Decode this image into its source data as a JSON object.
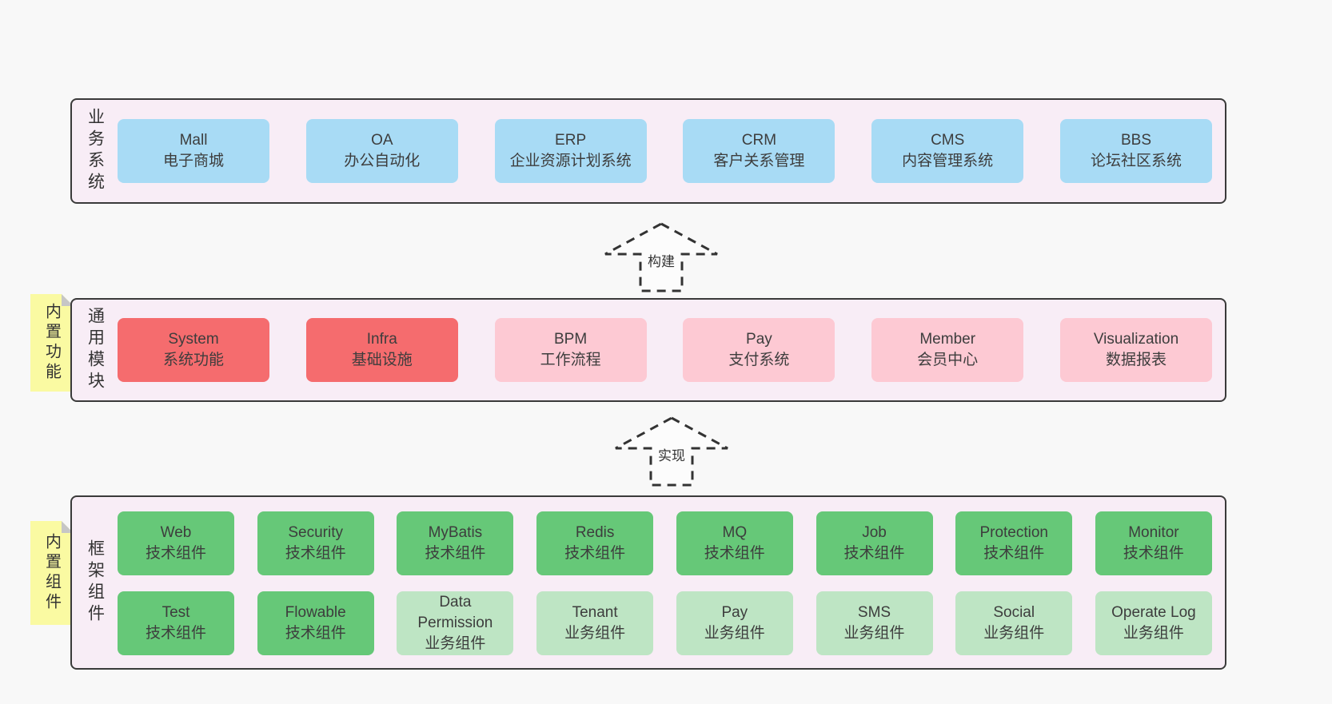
{
  "colors": {
    "page_bg": "#f8f8f8",
    "panel_bg": "#f8edf6",
    "panel_border": "#3a3a3a",
    "blue_box": "#a8dbf5",
    "red_box": "#f56c6e",
    "pink_box": "#fdc9d3",
    "green_dark_box": "#66c878",
    "green_light_box": "#bee5c4",
    "yellow_tag": "#fafaa2",
    "fold_gray": "#c6c6c6",
    "text": "#3d3d3d"
  },
  "arrows": [
    {
      "label": "构建"
    },
    {
      "label": "实现"
    }
  ],
  "sections": [
    {
      "label": "业务系统",
      "boxes": [
        {
          "name": "Mall",
          "desc": "电子商城"
        },
        {
          "name": "OA",
          "desc": "办公自动化"
        },
        {
          "name": "ERP",
          "desc": "企业资源计划系统"
        },
        {
          "name": "CRM",
          "desc": "客户关系管理"
        },
        {
          "name": "CMS",
          "desc": "内容管理系统"
        },
        {
          "name": "BBS",
          "desc": "论坛社区系统"
        }
      ]
    },
    {
      "label": "通用模块",
      "tag": "内置功能",
      "boxes": [
        {
          "name": "System",
          "desc": "系统功能"
        },
        {
          "name": "Infra",
          "desc": "基础设施"
        },
        {
          "name": "BPM",
          "desc": "工作流程"
        },
        {
          "name": "Pay",
          "desc": "支付系统"
        },
        {
          "name": "Member",
          "desc": "会员中心"
        },
        {
          "name": "Visualization",
          "desc": "数据报表"
        }
      ]
    },
    {
      "label": "框架组件",
      "tag": "内置组件",
      "row1": [
        {
          "name": "Web",
          "desc": "技术组件"
        },
        {
          "name": "Security",
          "desc": "技术组件"
        },
        {
          "name": "MyBatis",
          "desc": "技术组件"
        },
        {
          "name": "Redis",
          "desc": "技术组件"
        },
        {
          "name": "MQ",
          "desc": "技术组件"
        },
        {
          "name": "Job",
          "desc": "技术组件"
        },
        {
          "name": "Protection",
          "desc": "技术组件"
        },
        {
          "name": "Monitor",
          "desc": "技术组件"
        }
      ],
      "row2": [
        {
          "name": "Test",
          "desc": "技术组件"
        },
        {
          "name": "Flowable",
          "desc": "技术组件"
        },
        {
          "name": "Data Permission",
          "desc": "业务组件"
        },
        {
          "name": "Tenant",
          "desc": "业务组件"
        },
        {
          "name": "Pay",
          "desc": "业务组件"
        },
        {
          "name": "SMS",
          "desc": "业务组件"
        },
        {
          "name": "Social",
          "desc": "业务组件"
        },
        {
          "name": "Operate Log",
          "desc": "业务组件"
        }
      ]
    }
  ]
}
